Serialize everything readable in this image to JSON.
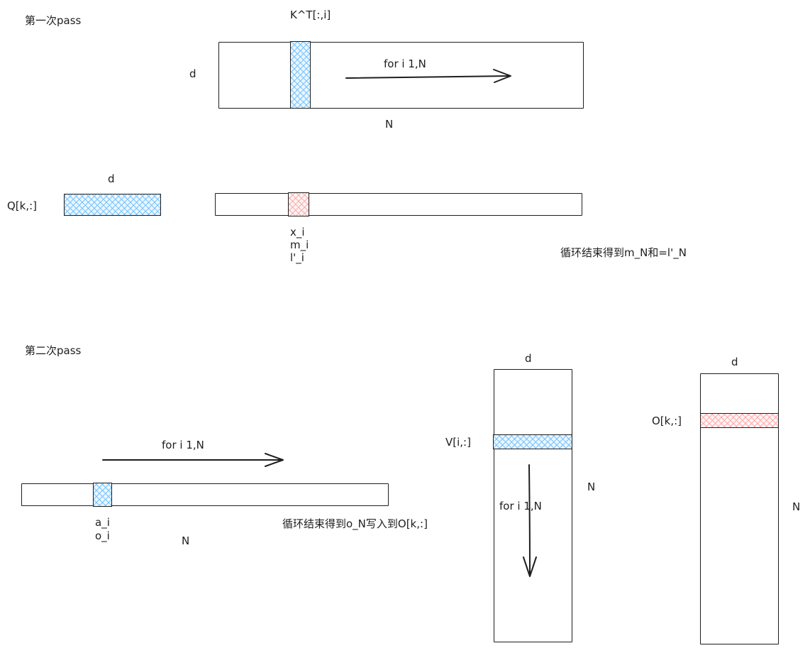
{
  "pass1": {
    "title": "第一次pass",
    "kt_label": "K^T[:,i]",
    "kt_d_label": "d",
    "kt_n_label": "N",
    "loop_label": "for i 1,N",
    "q_label": "Q[k,:]",
    "q_d_label": "d",
    "x_label": "x_i",
    "m_label": "m_i",
    "l_label": "l'_i",
    "note": "循环结束得到m_N和=l'_N"
  },
  "pass2": {
    "title": "第二次pass",
    "loop_label": "for i 1,N",
    "a_label": "a_i",
    "o_label": "o_i",
    "row_n_label": "N",
    "note": "循环结束得到o_N写入到O[k,:]",
    "v_d_label": "d",
    "v_label": "V[i,:]",
    "v_n_label": "N",
    "v_loop_label": "for i 1,N",
    "o_d_label": "d",
    "o_out_label": "O[k,:]",
    "o_n_label": "N"
  },
  "colors": {
    "stroke": "#1e1e1e",
    "hatch_blue": "#74c0fc",
    "hatch_red": "#ffa8a8"
  }
}
